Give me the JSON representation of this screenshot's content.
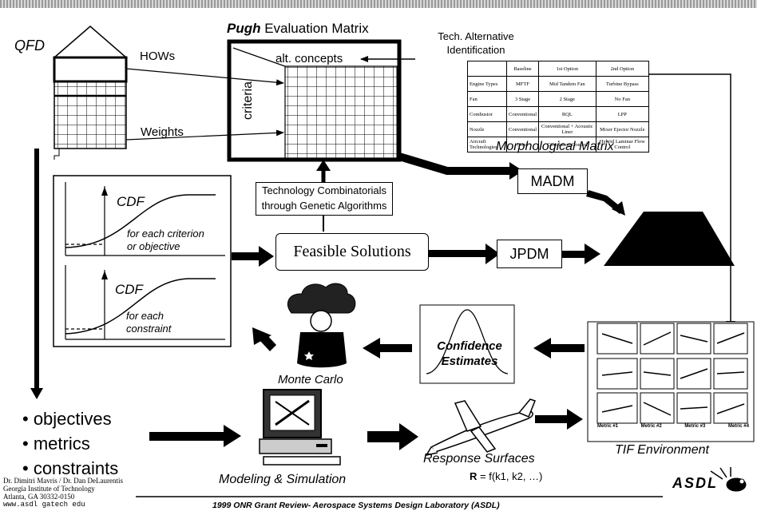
{
  "qfd": {
    "title": "QFD",
    "hows_label": "HOWs",
    "weights_label": "Weights"
  },
  "pugh": {
    "title_bold": "Pugh",
    "title_rest": " Evaluation Matrix",
    "alt_concepts": "alt. concepts",
    "criteria": "criteria"
  },
  "tech_alt": {
    "line1": "Tech. Alternative",
    "line2": "Identification"
  },
  "morph": {
    "header": [
      "",
      "Baseline",
      "1st Option",
      "2nd Option"
    ],
    "rows": [
      [
        "Engine Types",
        "MFTF",
        "Mid Tandem Fan",
        "Turbine Bypass"
      ],
      [
        "Fan",
        "3 Stage",
        "2 Stage",
        "No Fan"
      ],
      [
        "Combustor",
        "Conventional",
        "RQL",
        "LPP"
      ],
      [
        "Nozzle",
        "Conventional",
        "Conventional + Acoustic Liner",
        "Mixer Ejector Nozzle"
      ],
      [
        "Aircraft Technologies",
        "None",
        "Circulation Control",
        "Hybrid Laminar Flow Control"
      ]
    ],
    "caption": "Morphological Matrix"
  },
  "tech_comb": {
    "line1": "Technology Combinatorials",
    "line2": "through Genetic Algorithms"
  },
  "madm": "MADM",
  "jpdm": "JPDM",
  "feasible": "Feasible Solutions",
  "cdf1": {
    "title": "CDF",
    "line1": "for each criterion",
    "line2": "or objective"
  },
  "cdf2": {
    "title": "CDF",
    "line1": "for each",
    "line2": "constraint"
  },
  "monte_carlo": "Monte Carlo",
  "confidence": {
    "line1": "Confidence",
    "line2": "Estimates"
  },
  "tif": {
    "label": "TIF Environment",
    "x_labels": [
      "Metric #1",
      "Metric #2",
      "Metric #3",
      "Metric #4"
    ]
  },
  "bullets": [
    "• objectives",
    "• metrics",
    "• constraints"
  ],
  "modeling": "Modeling & Simulation",
  "response": {
    "label": "Response Surfaces",
    "formula_bold": "R",
    "formula_rest": " = f(k1, k2, …)"
  },
  "credits": [
    "Dr. Dimitri Mavris / Dr. Dan DeLaurentis",
    "Georgia Institute of Technology",
    "Atlanta, GA  30332-0150",
    "www.asdl gatech edu"
  ],
  "footer": "1999 ONR Grant Review- Aerospace Systems Design Laboratory (ASDL)",
  "logo": "ASDL"
}
